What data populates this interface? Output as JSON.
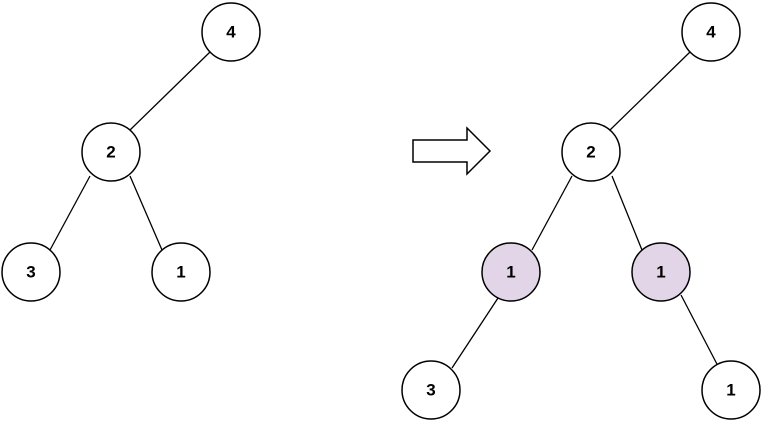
{
  "colors": {
    "node_fill": "#ffffff",
    "inserted_node_fill": "#e1d5e7",
    "stroke": "#000000"
  },
  "before_tree": {
    "nodes": [
      {
        "id": "b4",
        "label": "4"
      },
      {
        "id": "b2",
        "label": "2"
      },
      {
        "id": "b3",
        "label": "3"
      },
      {
        "id": "b1",
        "label": "1"
      }
    ]
  },
  "after_tree": {
    "nodes": [
      {
        "id": "a4",
        "label": "4"
      },
      {
        "id": "a2",
        "label": "2"
      },
      {
        "id": "a1l",
        "label": "1",
        "inserted": true
      },
      {
        "id": "a1r",
        "label": "1",
        "inserted": true
      },
      {
        "id": "a3",
        "label": "3"
      },
      {
        "id": "a1",
        "label": "1"
      }
    ]
  },
  "transform_arrow": {
    "icon": "right-arrow-icon"
  }
}
